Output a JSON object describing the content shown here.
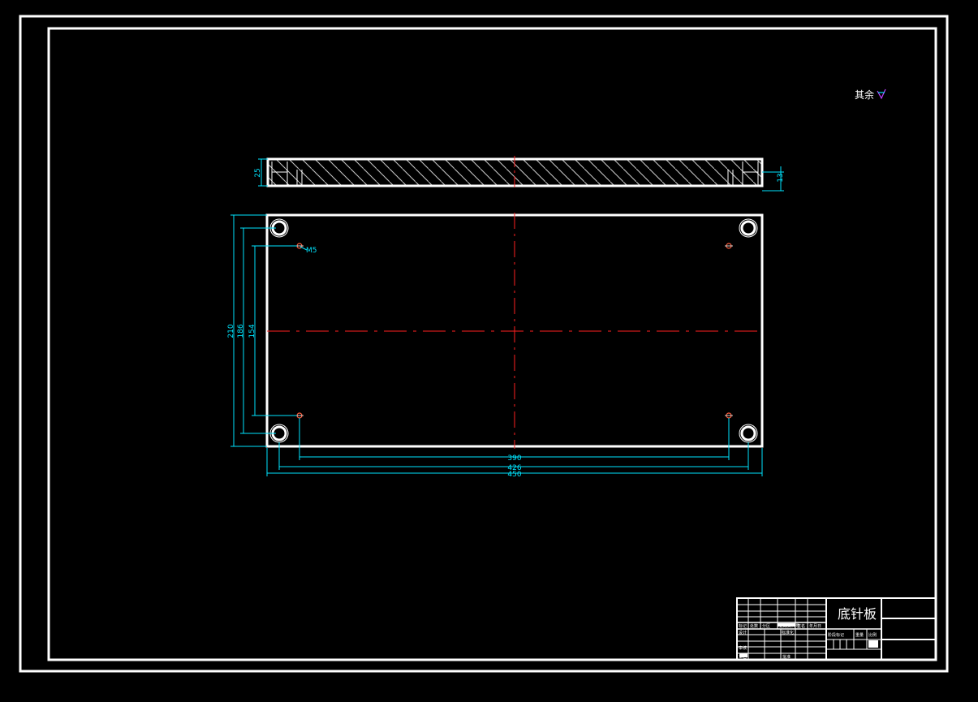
{
  "drawing": {
    "surface_finish_label": "其余",
    "part_name": "底针板",
    "thread_label": "M5",
    "dimensions": {
      "thickness": "25",
      "step_depth": "13",
      "height_overall": "210",
      "height_counterbore_centers": "186",
      "height_thread_centers": "154",
      "width_thread_centers": "390",
      "width_counterbore_centers": "426",
      "width_overall": "450"
    }
  },
  "title_block": {
    "row_labels": [
      "标记",
      "处数",
      "分区",
      "更改文件号",
      "签名",
      "年月日"
    ],
    "design_label": "设计",
    "standardization_label": "标准化",
    "stage_mark_label": "阶段标记",
    "weight_label": "重量",
    "scale_label": "比例",
    "review_label": "审核",
    "craft_label": "工艺",
    "approve_label": "批准"
  },
  "colors": {
    "background": "#000000",
    "outline": "#ffffff",
    "dimension": "#00e5ff",
    "centerline": "#ff2020",
    "hole_marker": "#ff6040",
    "finish_symbol": "#c040ff"
  }
}
